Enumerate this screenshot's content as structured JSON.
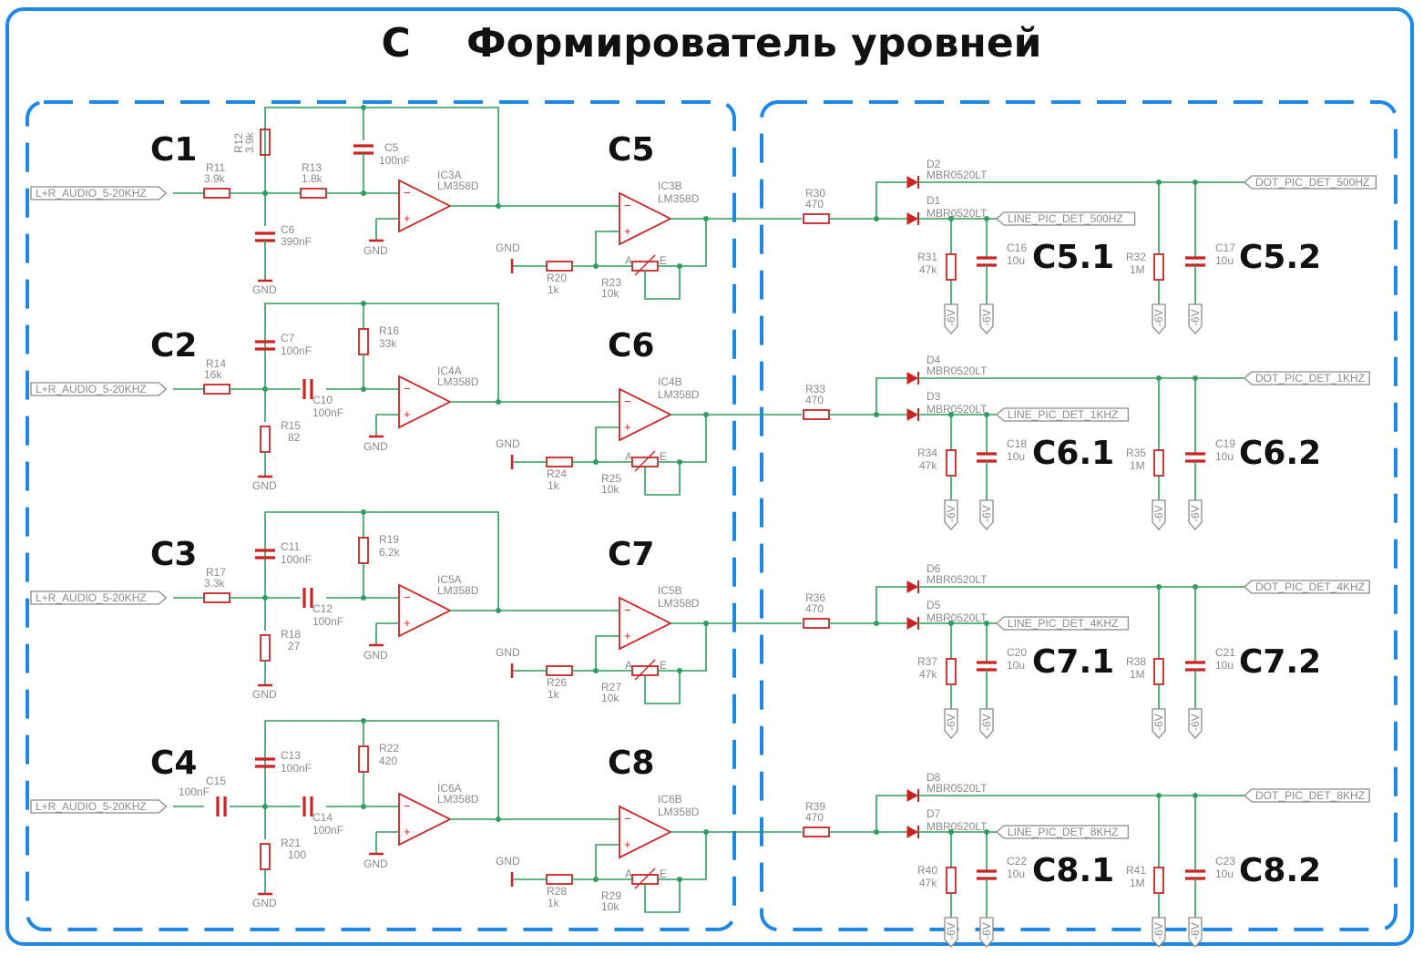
{
  "title": "C    Формирователь уровней",
  "colors": {
    "frame": "#1e88e5",
    "wire": "#2e9e5e",
    "component": "#cc2222",
    "label": "#8a8a8a"
  },
  "gnd": "GND",
  "neg_rail": "-6V",
  "stages": [
    {
      "block": "C1",
      "block2": "C5",
      "input": "L+R_AUDIO_5-20KHZ",
      "series": {
        "name": "R11",
        "value": "3.9k",
        "type": "R"
      },
      "shunt": {
        "name": "C6",
        "value": "390nF",
        "type": "C"
      },
      "fb_top": {
        "name": "R12",
        "value": "3.9k",
        "type": "R"
      },
      "mid": {
        "name": "R13",
        "value": "1.8k",
        "type": "R"
      },
      "fb_right": {
        "name": "C5",
        "value": "100nF",
        "type": "C"
      },
      "opa": {
        "name": "IC3A",
        "part": "LM358D"
      },
      "opb": {
        "name": "IC3B",
        "part": "LM358D"
      },
      "rg": {
        "name": "R20",
        "value": "1k"
      },
      "pot": {
        "name": "R23",
        "value": "10k"
      },
      "rs": {
        "name": "R30",
        "value": "470"
      },
      "d_top": {
        "name": "D2",
        "part": "MBR0520LT"
      },
      "d_bot": {
        "name": "D1",
        "part": "MBR0520LT"
      },
      "line_out": "LINE_PIC_DET_500HZ",
      "dot_out": "DOT_PIC_DET_500HZ",
      "r_line": {
        "name": "R31",
        "value": "47k"
      },
      "c_line": {
        "name": "C16",
        "value": "10u"
      },
      "r_dot": {
        "name": "R32",
        "value": "1M"
      },
      "c_dot": {
        "name": "C17",
        "value": "10u"
      },
      "sub1": "C5.1",
      "sub2": "C5.2"
    },
    {
      "block": "C2",
      "block2": "C6",
      "input": "L+R_AUDIO_5-20KHZ",
      "series": {
        "name": "R14",
        "value": "16k",
        "type": "R"
      },
      "shunt": {
        "name": "R15",
        "value": "82",
        "type": "R"
      },
      "fb_top": {
        "name": "C7",
        "value": "100nF",
        "type": "C"
      },
      "mid": {
        "name": "C10",
        "value": "100nF",
        "type": "C"
      },
      "fb_right": {
        "name": "R16",
        "value": "33k",
        "type": "R"
      },
      "opa": {
        "name": "IC4A",
        "part": "LM358D"
      },
      "opb": {
        "name": "IC4B",
        "part": "LM358D"
      },
      "rg": {
        "name": "R24",
        "value": "1k"
      },
      "pot": {
        "name": "R25",
        "value": "10k"
      },
      "rs": {
        "name": "R33",
        "value": "470"
      },
      "d_top": {
        "name": "D4",
        "part": "MBR0520LT"
      },
      "d_bot": {
        "name": "D3",
        "part": "MBR0520LT"
      },
      "line_out": "LINE_PIC_DET_1KHZ",
      "dot_out": "DOT_PIC_DET_1KHZ",
      "r_line": {
        "name": "R34",
        "value": "47k"
      },
      "c_line": {
        "name": "C18",
        "value": "10u"
      },
      "r_dot": {
        "name": "R35",
        "value": "1M"
      },
      "c_dot": {
        "name": "C19",
        "value": "10u"
      },
      "sub1": "C6.1",
      "sub2": "C6.2"
    },
    {
      "block": "C3",
      "block2": "C7",
      "input": "L+R_AUDIO_5-20KHZ",
      "series": {
        "name": "R17",
        "value": "3.3k",
        "type": "R"
      },
      "shunt": {
        "name": "R18",
        "value": "27",
        "type": "R"
      },
      "fb_top": {
        "name": "C11",
        "value": "100nF",
        "type": "C"
      },
      "mid": {
        "name": "C12",
        "value": "100nF",
        "type": "C"
      },
      "fb_right": {
        "name": "R19",
        "value": "6.2k",
        "type": "R"
      },
      "opa": {
        "name": "IC5A",
        "part": "LM358D"
      },
      "opb": {
        "name": "IC5B",
        "part": "LM358D"
      },
      "rg": {
        "name": "R26",
        "value": "1k"
      },
      "pot": {
        "name": "R27",
        "value": "10k"
      },
      "rs": {
        "name": "R36",
        "value": "470"
      },
      "d_top": {
        "name": "D6",
        "part": "MBR0520LT"
      },
      "d_bot": {
        "name": "D5",
        "part": "MBR0520LT"
      },
      "line_out": "LINE_PIC_DET_4KHZ",
      "dot_out": "DOT_PIC_DET_4KHZ",
      "r_line": {
        "name": "R37",
        "value": "47k"
      },
      "c_line": {
        "name": "C20",
        "value": "10u"
      },
      "r_dot": {
        "name": "R38",
        "value": "1M"
      },
      "c_dot": {
        "name": "C21",
        "value": "10u"
      },
      "sub1": "C7.1",
      "sub2": "C7.2"
    },
    {
      "block": "C4",
      "block2": "C8",
      "input": "L+R_AUDIO_5-20KHZ",
      "series": {
        "name": "C15",
        "value": "100nF",
        "type": "C"
      },
      "shunt": {
        "name": "R21",
        "value": "100",
        "type": "R"
      },
      "fb_top": {
        "name": "C13",
        "value": "100nF",
        "type": "C"
      },
      "mid": {
        "name": "C14",
        "value": "100nF",
        "type": "C"
      },
      "fb_right": {
        "name": "R22",
        "value": "420",
        "type": "R"
      },
      "opa": {
        "name": "IC6A",
        "part": "LM358D"
      },
      "opb": {
        "name": "IC6B",
        "part": "LM358D"
      },
      "rg": {
        "name": "R28",
        "value": "1k"
      },
      "pot": {
        "name": "R29",
        "value": "10k"
      },
      "rs": {
        "name": "R39",
        "value": "470"
      },
      "d_top": {
        "name": "D8",
        "part": "MBR0520LT"
      },
      "d_bot": {
        "name": "D7",
        "part": "MBR0520LT"
      },
      "line_out": "LINE_PIC_DET_8KHZ",
      "dot_out": "DOT_PIC_DET_8KHZ",
      "r_line": {
        "name": "R40",
        "value": "47k"
      },
      "c_line": {
        "name": "C22",
        "value": "10u"
      },
      "r_dot": {
        "name": "R41",
        "value": "1M"
      },
      "c_dot": {
        "name": "C23",
        "value": "10u"
      },
      "sub1": "C8.1",
      "sub2": "C8.2"
    }
  ]
}
